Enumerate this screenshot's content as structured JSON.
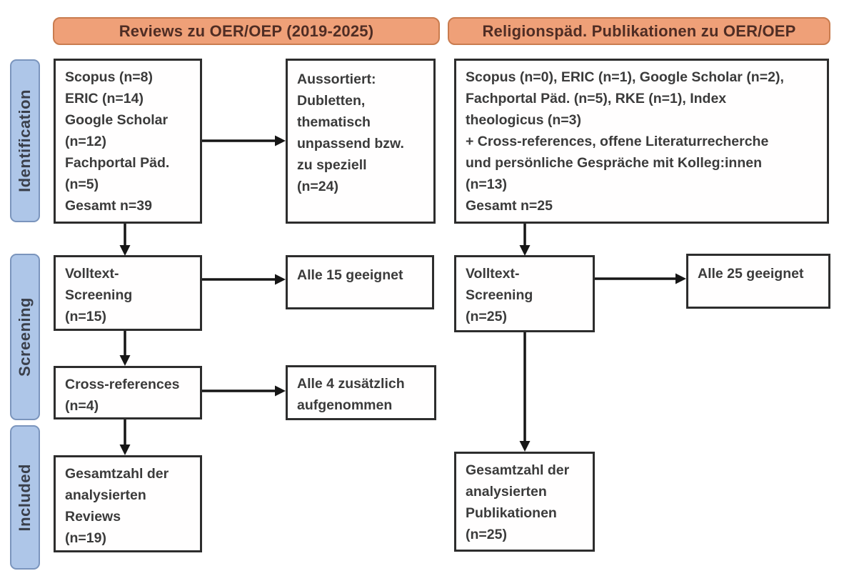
{
  "headers": {
    "left": "Reviews zu OER/OEP (2019-2025)",
    "right": "Religionspäd. Publikationen zu OER/OEP"
  },
  "stages": {
    "identification": "Identification",
    "screening": "Screening",
    "included": "Included"
  },
  "left_column": {
    "sources": [
      "Scopus (n=8)",
      "ERIC (n=14)",
      "Google Scholar",
      "(n=12)",
      "Fachportal Päd.",
      "(n=5)",
      "Gesamt n=39"
    ],
    "excluded": [
      "Aussortiert:",
      "Dubletten,",
      "thematisch",
      "unpassend bzw.",
      "zu speziell",
      "(n=24)"
    ],
    "fulltext_screening": [
      "Volltext-",
      "Screening",
      "(n=15)"
    ],
    "fulltext_result": "Alle 15 geeignet",
    "cross_references": [
      "Cross-references",
      "(n=4)"
    ],
    "cross_references_result": [
      "Alle 4 zusätzlich",
      "aufgenommen"
    ],
    "total": [
      "Gesamtzahl der",
      "analysierten",
      "Reviews",
      "(n=19)"
    ]
  },
  "right_column": {
    "sources": [
      "Scopus (n=0), ERIC (n=1), Google Scholar (n=2),",
      "Fachportal Päd. (n=5), RKE (n=1), Index",
      "theologicus (n=3)",
      "+ Cross-references, offene Literaturrecherche",
      "und persönliche Gespräche mit Kolleg:innen",
      "(n=13)",
      "Gesamt n=25"
    ],
    "fulltext_screening": [
      "Volltext-",
      "Screening",
      "(n=25)"
    ],
    "fulltext_result": "Alle 25 geeignet",
    "total": [
      "Gesamtzahl der",
      "analysierten",
      "Publikationen",
      "(n=25)"
    ]
  },
  "colors": {
    "header_fill": "#efa078",
    "header_border": "#c97c4f",
    "header_text": "#4f2d24",
    "stage_fill": "#aec6e8",
    "stage_border": "#7b95bd",
    "stage_text": "#3a3f4a",
    "box_border": "#2d2d2d",
    "text": "#3b3b3b",
    "arrow": "#161616",
    "background": "#ffffff"
  }
}
